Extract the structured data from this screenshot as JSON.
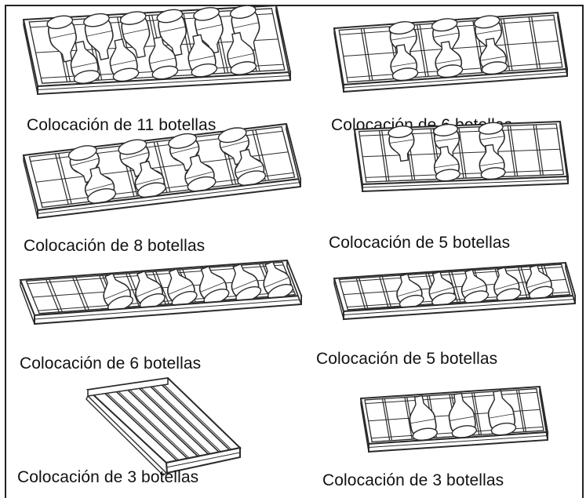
{
  "diagram": {
    "items": [
      {
        "caption": "Colocación de 11 botellas",
        "tray": "bottle-tray-11-icon"
      },
      {
        "caption": "Colocación de 6 botellas",
        "tray": "bottle-tray-6-icon"
      },
      {
        "caption": "Colocación de 8 botellas",
        "tray": "bottle-tray-8-icon"
      },
      {
        "caption": "Colocación de 5 botellas",
        "tray": "bottle-tray-5-icon"
      },
      {
        "caption": "Colocación de 6 botellas",
        "tray": "bottle-tray-6-row-icon"
      },
      {
        "caption": "Colocación de 5 botellas",
        "tray": "bottle-tray-5-row-icon"
      },
      {
        "caption": "Colocación de 3 botellas",
        "tray": "empty-sliding-shelf-icon"
      },
      {
        "caption": "Colocación de 3 botellas",
        "tray": "bottle-tray-3-icon"
      }
    ]
  }
}
